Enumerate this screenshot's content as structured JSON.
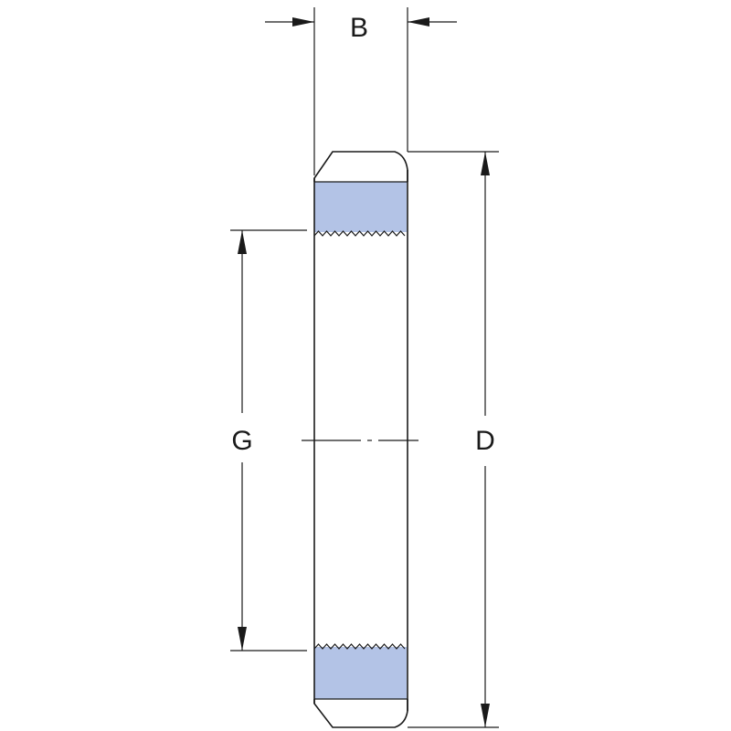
{
  "labels": {
    "width": "B",
    "bore": "G",
    "outer": "D"
  },
  "colors": {
    "section_fill": "#b3c3e6",
    "outline": "#1a1a1a",
    "background": "#ffffff"
  }
}
